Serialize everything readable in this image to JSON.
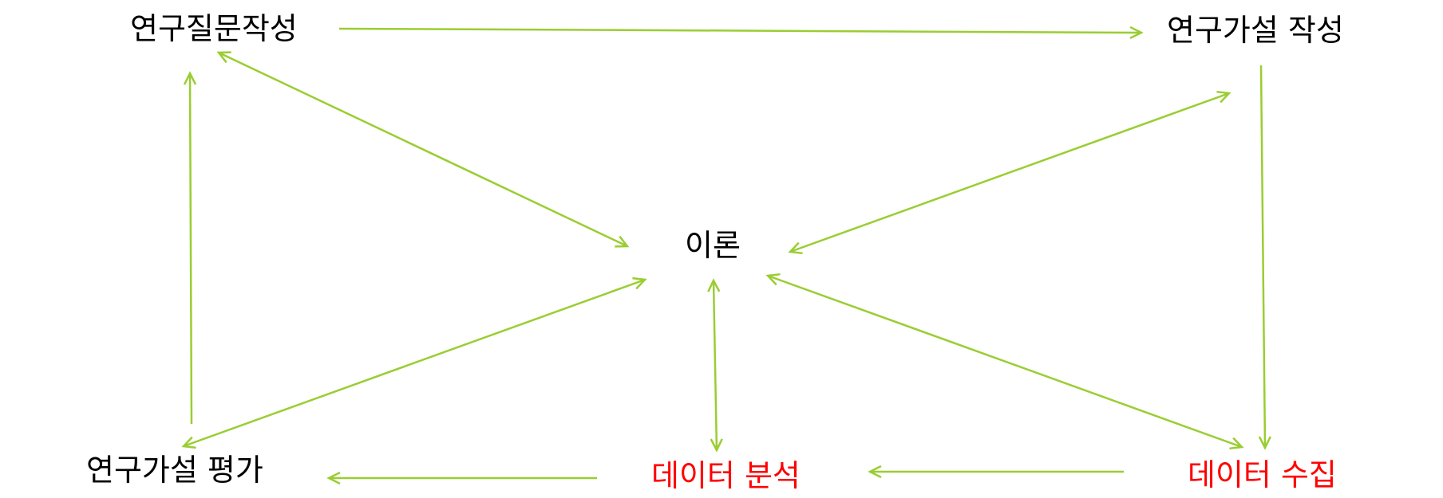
{
  "diagram": {
    "nodes": {
      "research_question": {
        "label": "연구질문작성",
        "color": "#000000"
      },
      "hypothesis_writing": {
        "label": "연구가설 작성",
        "color": "#000000"
      },
      "theory": {
        "label": "이론",
        "color": "#000000"
      },
      "hypothesis_evaluation": {
        "label": "연구가설 평가",
        "color": "#000000"
      },
      "data_analysis": {
        "label": "데이터 분석",
        "color": "#ff0000"
      },
      "data_collection": {
        "label": "데이터 수집",
        "color": "#ff0000"
      }
    },
    "edge_color": "#9acd32",
    "edges": [
      {
        "from": "research_question",
        "to": "hypothesis_writing",
        "direction": "forward"
      },
      {
        "from": "hypothesis_writing",
        "to": "data_collection",
        "direction": "forward"
      },
      {
        "from": "data_collection",
        "to": "data_analysis",
        "direction": "forward"
      },
      {
        "from": "data_analysis",
        "to": "hypothesis_evaluation",
        "direction": "forward"
      },
      {
        "from": "hypothesis_evaluation",
        "to": "research_question",
        "direction": "forward"
      },
      {
        "from": "research_question",
        "to": "theory",
        "direction": "both"
      },
      {
        "from": "hypothesis_writing",
        "to": "theory",
        "direction": "both"
      },
      {
        "from": "hypothesis_evaluation",
        "to": "theory",
        "direction": "both"
      },
      {
        "from": "data_collection",
        "to": "theory",
        "direction": "both"
      },
      {
        "from": "data_analysis",
        "to": "theory",
        "direction": "both"
      }
    ]
  }
}
